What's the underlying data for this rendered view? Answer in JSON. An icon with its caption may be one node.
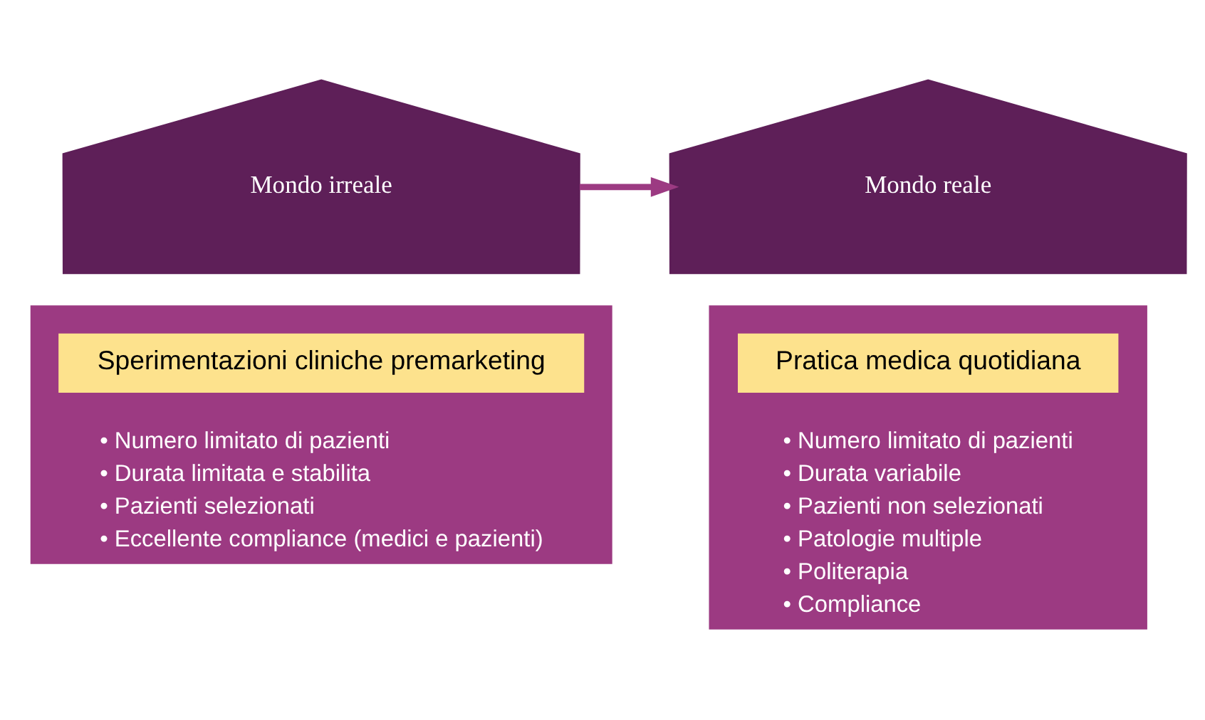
{
  "diagram": {
    "nodes": [
      {
        "text": [
          "Mondo irreale"
        ]
      },
      {
        "text": [
          "• Numero limitato di pazienti",
          "• Durata limitata e stabilita",
          "• Pazienti selezionati",
          "• Eccellente compliance (medici e pazienti)"
        ]
      },
      {
        "text": [
          "Sperimentazioni cliniche premarketing"
        ],
        "in": 1
      },
      {
        "text": [
          "Mondo reale"
        ]
      },
      {
        "text": [
          "• Numero limitato di pazienti",
          "• Durata variabile",
          "• Pazienti non selezionati",
          "• Patologie multiple",
          "• Politerapia",
          "• Compliance"
        ]
      },
      {
        "text": [
          "Pratica medica quotidiana"
        ],
        "in": 4
      }
    ],
    "edges": [
      {
        "from": 0,
        "to": 3,
        "arrow": "to"
      }
    ]
  }
}
